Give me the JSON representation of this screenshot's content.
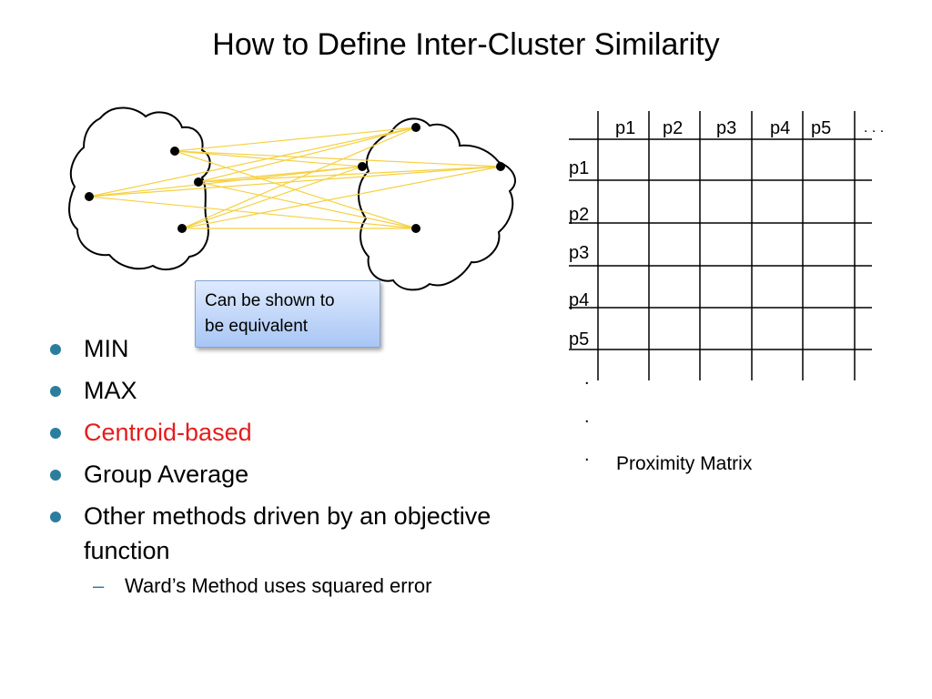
{
  "title": "How to Define Inter-Cluster Similarity",
  "callout": {
    "line1": "Can be shown to",
    "line2": "be equivalent"
  },
  "bullets": [
    {
      "text": "MIN",
      "color": "#000000"
    },
    {
      "text": "MAX",
      "color": "#000000"
    },
    {
      "text": "Centroid-based",
      "color": "#e41d1d"
    },
    {
      "text": "Group Average",
      "color": "#000000"
    },
    {
      "text": "Other methods driven by an objective function",
      "color": "#000000"
    }
  ],
  "sub_bullet": {
    "dash": "–",
    "text": "Ward’s Method uses squared error"
  },
  "matrix": {
    "col_headers": [
      "p1",
      "p2",
      "p3",
      "p4",
      "p5",
      ". . ."
    ],
    "row_labels": [
      "p1",
      "p2",
      "p3",
      "p4",
      "p5"
    ],
    "ellipsis_dots": [
      ".",
      ".",
      "."
    ],
    "caption": "Proximity Matrix"
  },
  "colors": {
    "link_line": "#f5d142",
    "bullet_dot": "#2b7d9e",
    "callout_fill": "#c5daf8"
  }
}
